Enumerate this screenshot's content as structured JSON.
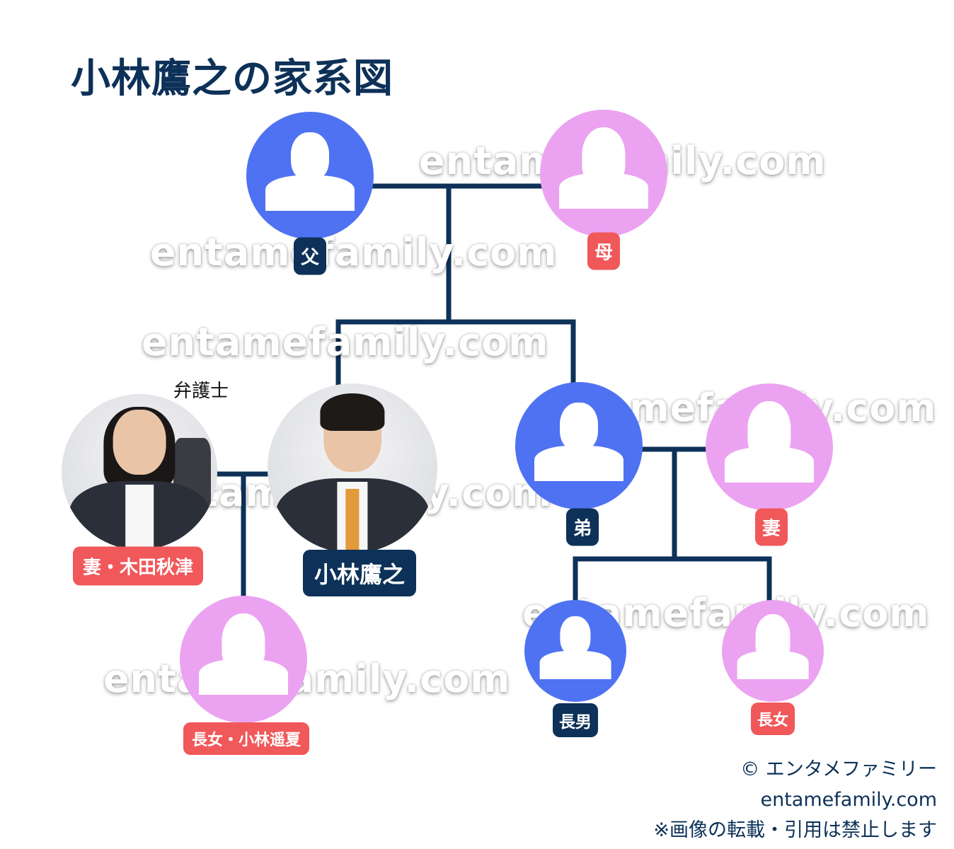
{
  "title": "小林鷹之の家系図",
  "watermark": "entamefamily.com",
  "colors": {
    "line": "#0d3158",
    "male": "#4f72f2",
    "female": "#eba3f1",
    "label_male": "#0d3158",
    "label_female": "#f0585a"
  },
  "people": {
    "father": {
      "label": "父"
    },
    "mother": {
      "label": "母"
    },
    "wife": {
      "label": "妻・木田秋津",
      "occupation": "弁護士"
    },
    "self": {
      "label": "小林鷹之"
    },
    "brother": {
      "label": "弟"
    },
    "brother_wife": {
      "label": "妻"
    },
    "daughter": {
      "label": "長女・小林遥夏"
    },
    "nephew": {
      "label": "長男"
    },
    "niece": {
      "label": "長女"
    }
  },
  "footer": {
    "copyright": "© エンタメファミリー",
    "site": "entamefamily.com",
    "notice": "※画像の転載・引用は禁止します"
  }
}
